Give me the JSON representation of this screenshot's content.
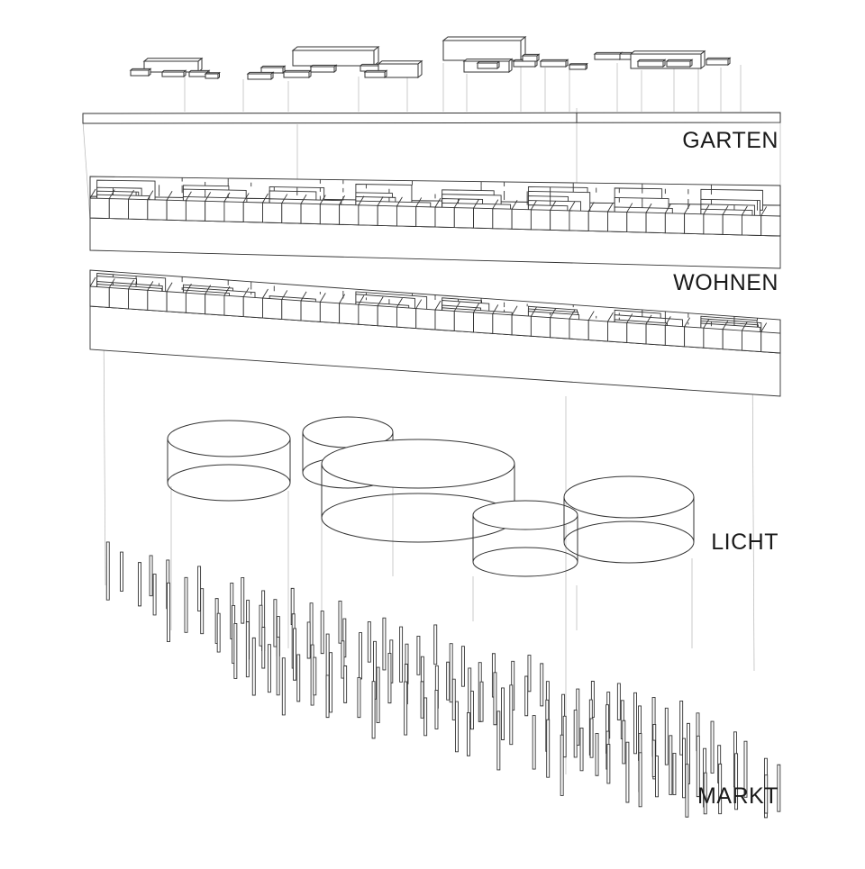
{
  "diagram": {
    "layers": [
      {
        "id": "garten",
        "label": "GARTEN"
      },
      {
        "id": "wohnen",
        "label": "WOHNEN"
      },
      {
        "id": "licht",
        "label": "LICHT"
      },
      {
        "id": "markt",
        "label": "MARKT"
      }
    ]
  }
}
